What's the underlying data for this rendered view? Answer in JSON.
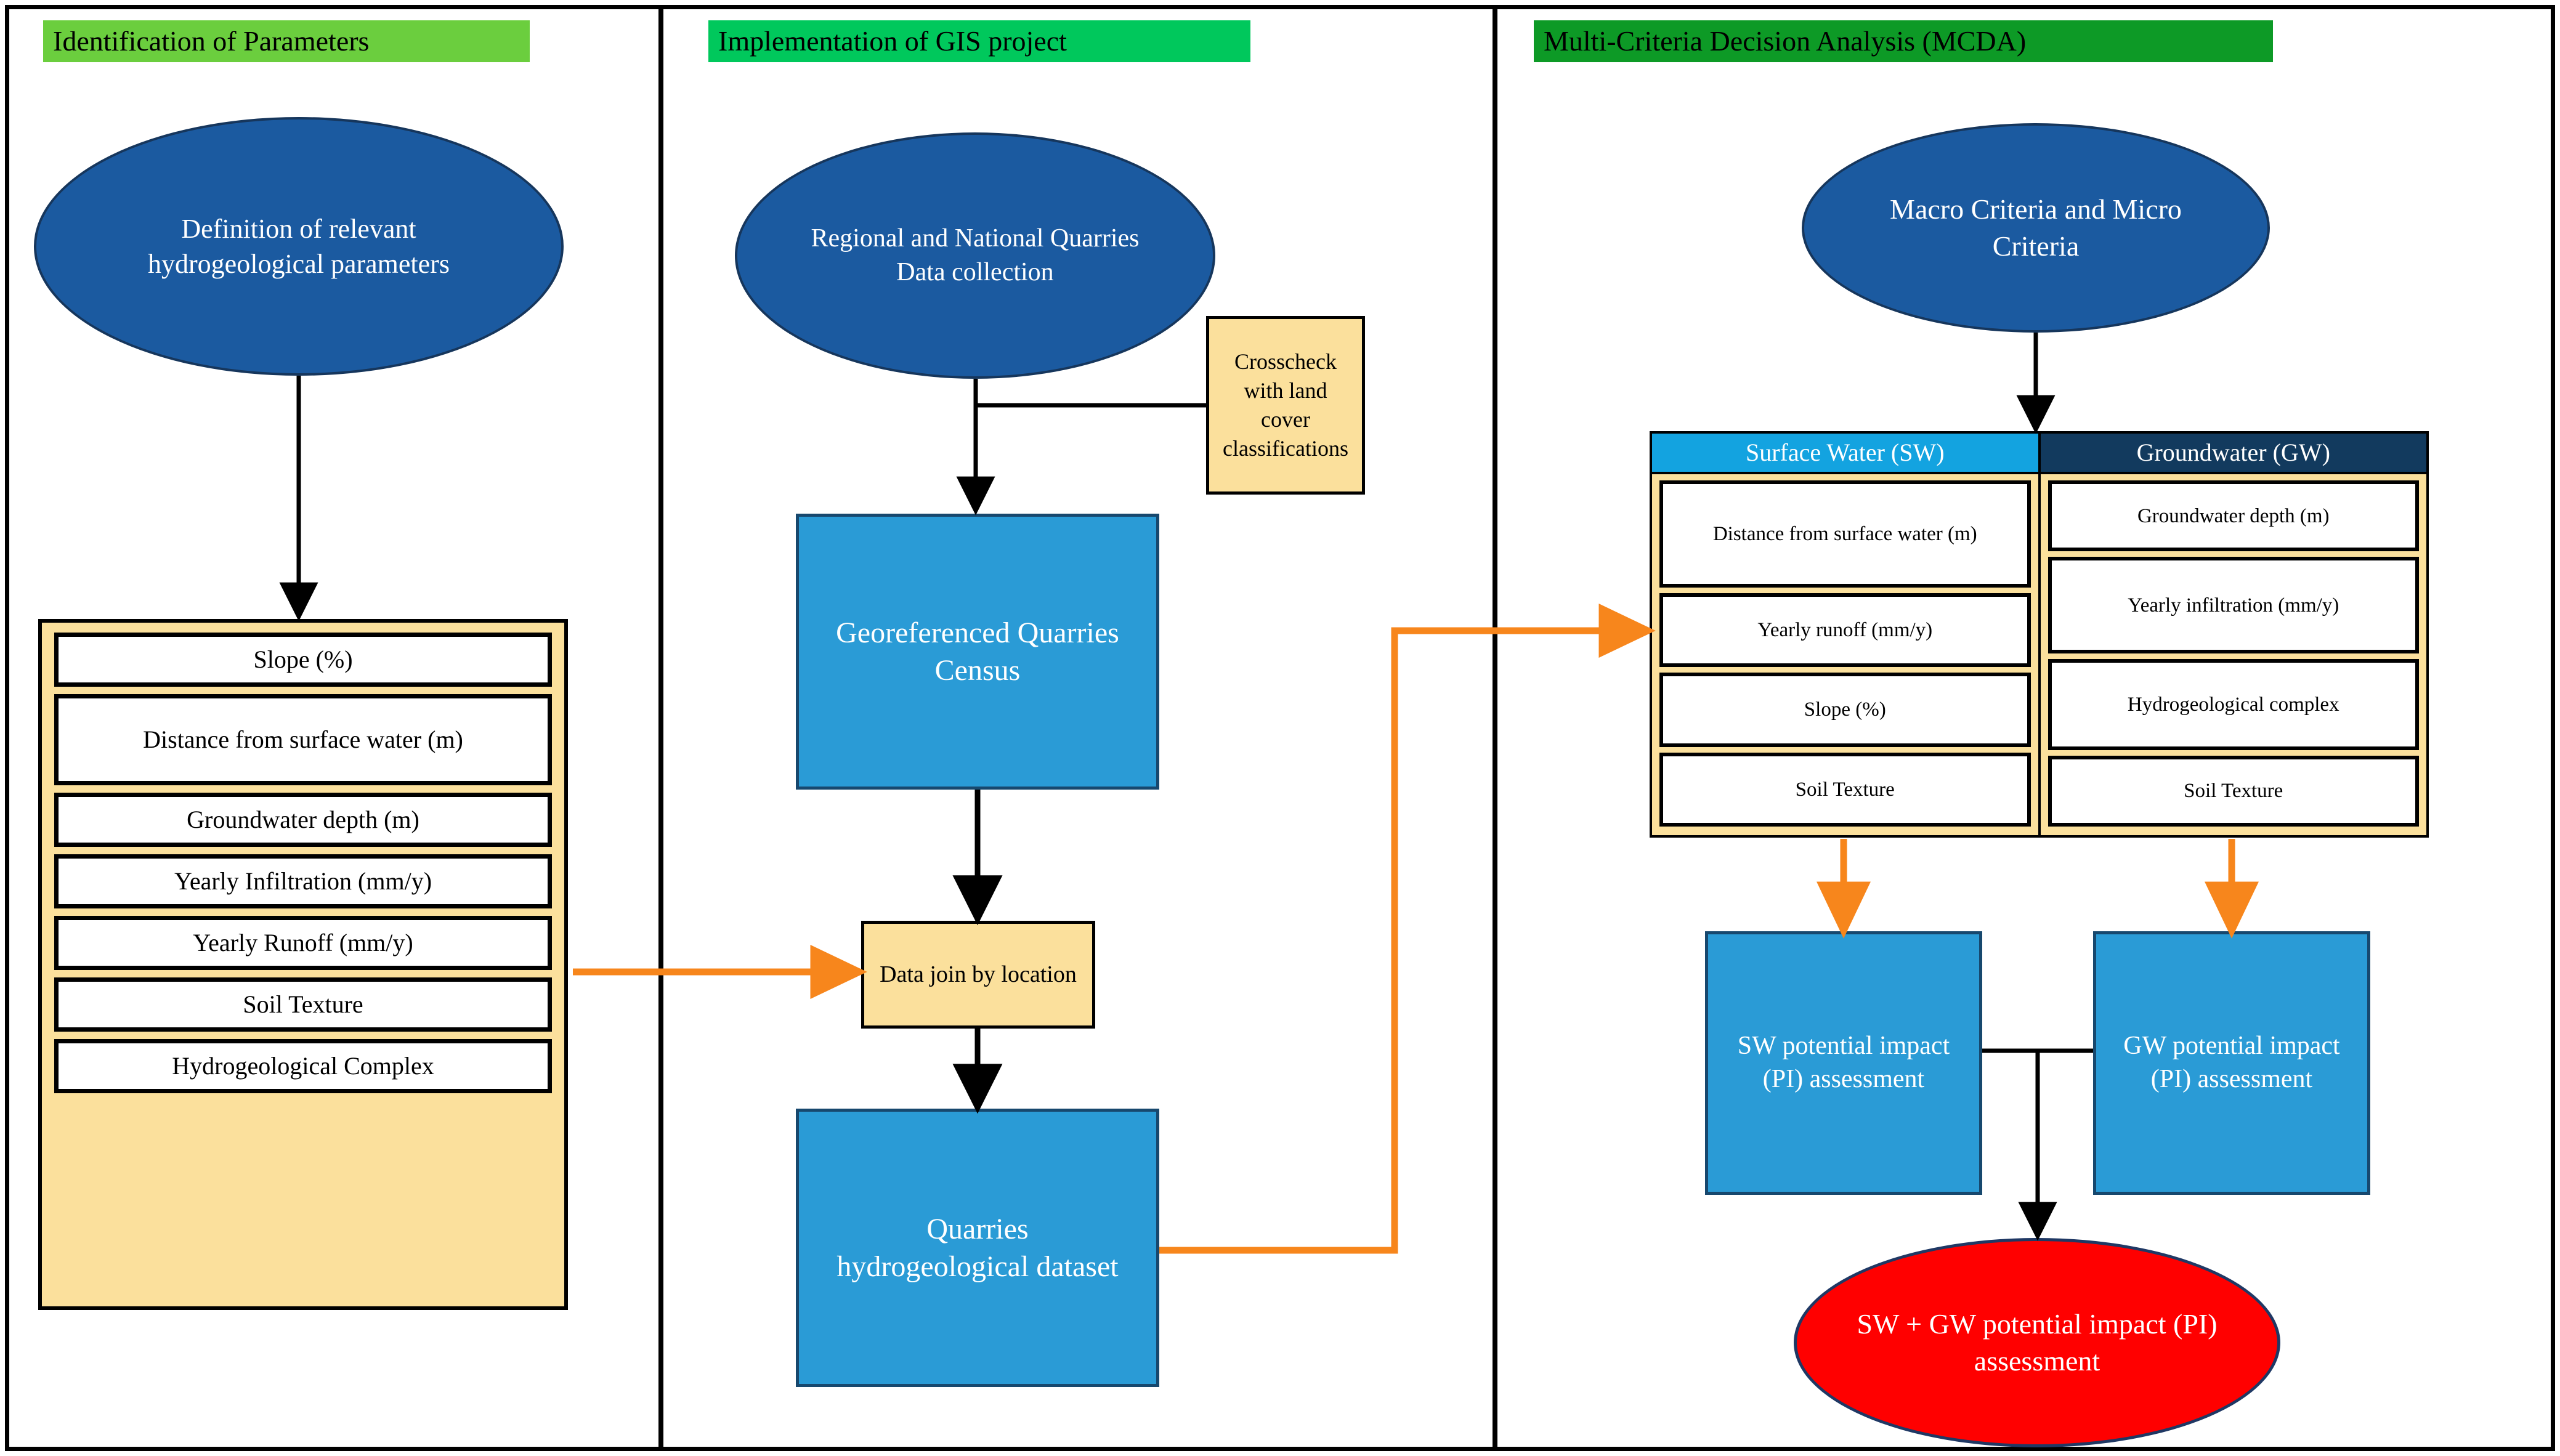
{
  "colors": {
    "header_green_left": "#6BCE3E",
    "header_green_mid": "#00C85C",
    "header_green_right": "#0D9A26",
    "ellipse_blue": "#1B5AA0",
    "process_blue": "#2A9BD6",
    "tan": "#FBE09C",
    "sw_header": "#13A3E0",
    "gw_header": "#123A5E",
    "result_red": "#FF0000",
    "orange_arrow": "#F7861C",
    "black": "#000000"
  },
  "panels": [
    {
      "id": "identification",
      "header": "Identification of Parameters"
    },
    {
      "id": "gis",
      "header": "Implementation of GIS project"
    },
    {
      "id": "mcda",
      "header": "Multi-Criteria Decision Analysis (MCDA)"
    }
  ],
  "identification": {
    "start_ellipse": "Definition of relevant hydrogeological parameters",
    "parameters": [
      "Slope (%)",
      "Distance from surface water (m)",
      "Groundwater depth (m)",
      "Yearly Infiltration (mm/y)",
      "Yearly Runoff (mm/y)",
      "Soil Texture",
      "Hydrogeological Complex"
    ]
  },
  "gis": {
    "start_ellipse": "Regional and National Quarries Data collection",
    "crosscheck_note": "Crosscheck with land cover classifications",
    "census_box": "Georeferenced Quarries Census",
    "join_box": "Data join by location",
    "dataset_box": "Quarries hydrogeological dataset"
  },
  "mcda": {
    "start_ellipse": "Macro Criteria and Micro Criteria",
    "table": {
      "columns": [
        {
          "header": "Surface Water (SW)",
          "items": [
            "Distance from surface water (m)",
            "Yearly runoff (mm/y)",
            "Slope (%)",
            "Soil Texture"
          ]
        },
        {
          "header": "Groundwater (GW)",
          "items": [
            "Groundwater depth (m)",
            "Yearly infiltration (mm/y)",
            "Hydrogeological complex",
            "Soil Texture"
          ]
        }
      ]
    },
    "sw_assessment": "SW potential impact (PI) assessment",
    "gw_assessment": "GW potential impact (PI) assessment",
    "final_result": "SW + GW potential impact (PI) assessment"
  }
}
